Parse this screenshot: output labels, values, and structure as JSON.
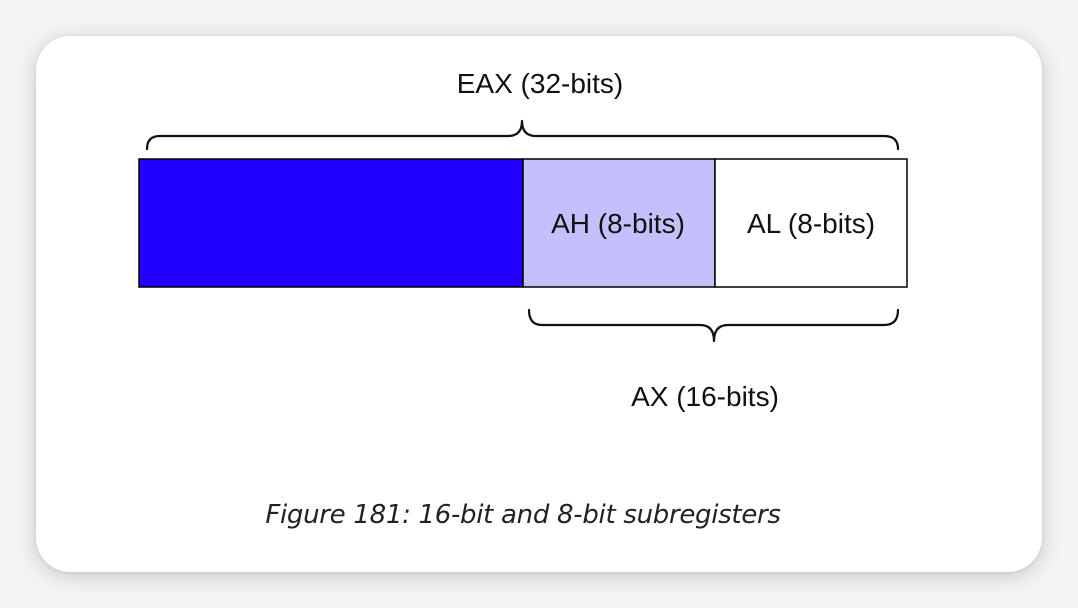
{
  "diagram": {
    "eax_label": "EAX (32-bits)",
    "ah_label": "AH (8-bits)",
    "al_label": "AL (8-bits)",
    "ax_label": "AX (16-bits)"
  },
  "colors": {
    "upper_half": "#2200ff",
    "ah_block": "#c3c0fc",
    "al_block": "#ffffff",
    "outline": "#000000"
  },
  "caption": "Figure 181: 16-bit and 8-bit subregisters"
}
